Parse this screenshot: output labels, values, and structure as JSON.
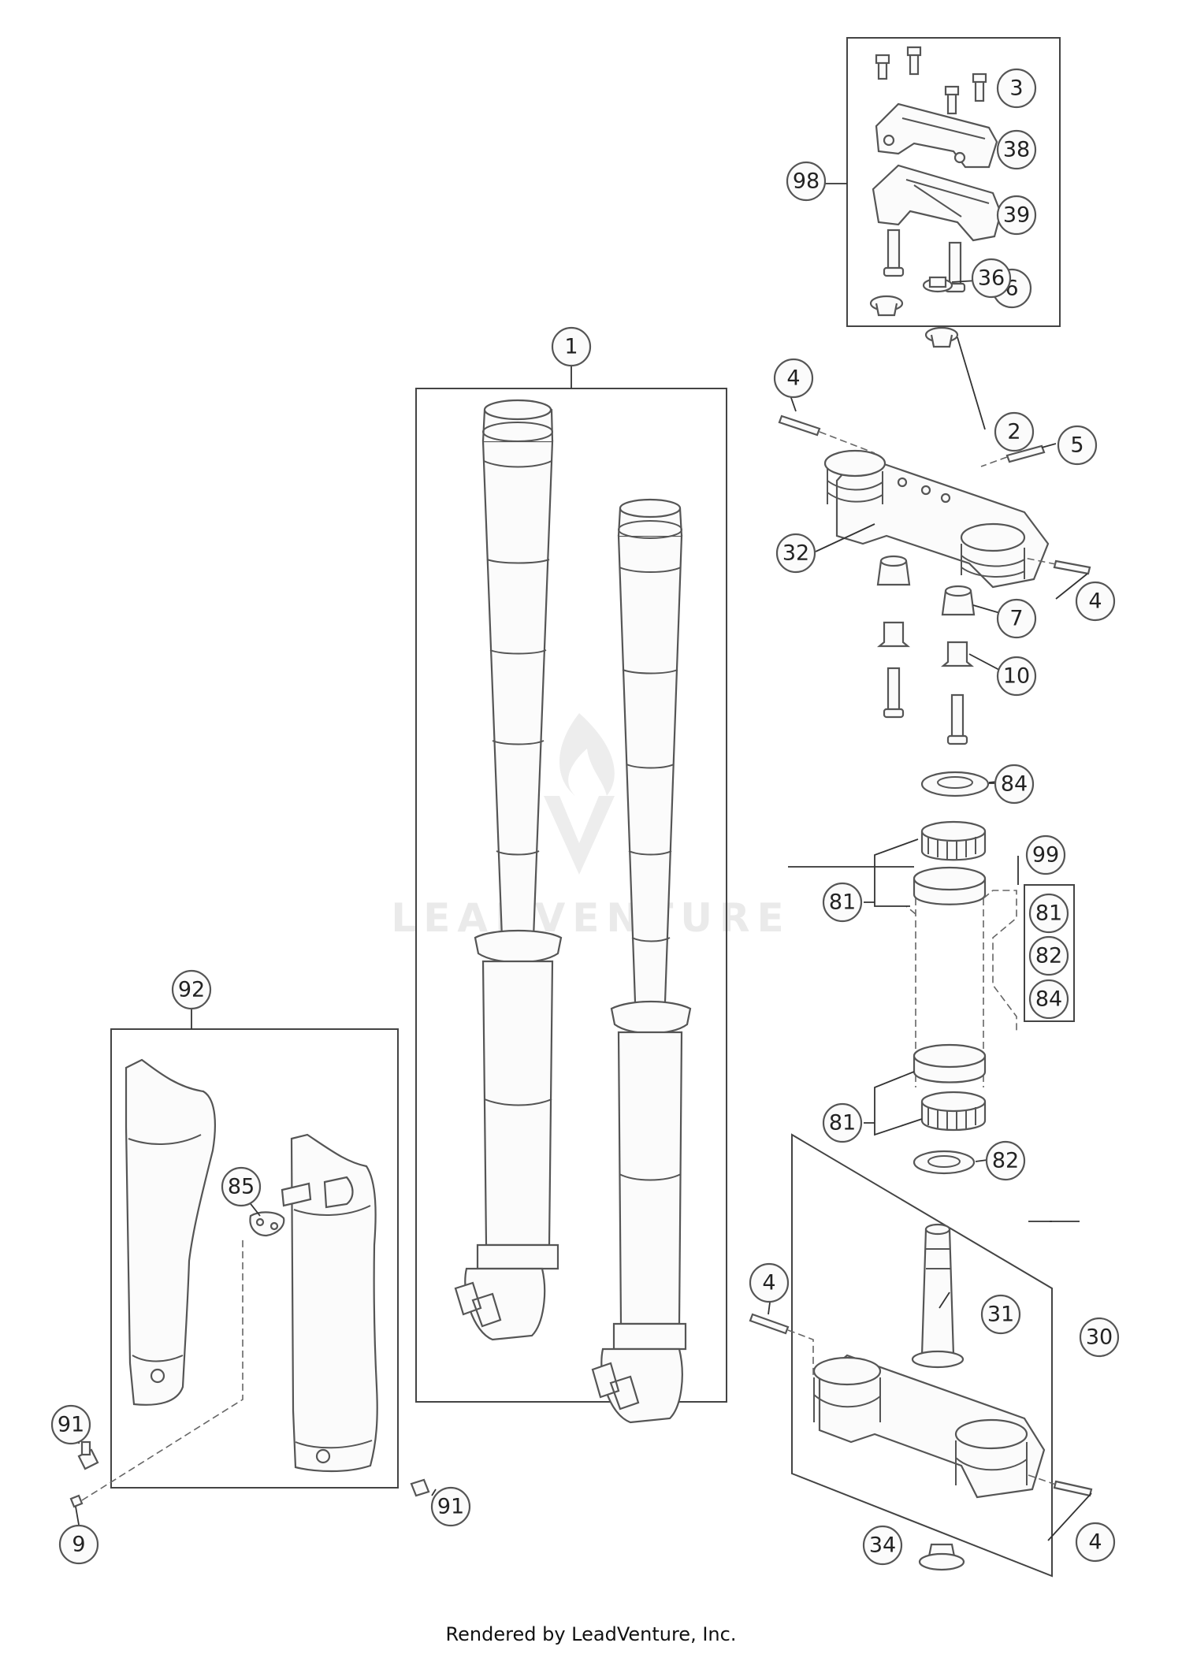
{
  "diagram": {
    "callouts": [
      {
        "id": "c1",
        "label": "1"
      },
      {
        "id": "c2",
        "label": "2"
      },
      {
        "id": "c3",
        "label": "3"
      },
      {
        "id": "c4a",
        "label": "4"
      },
      {
        "id": "c4b",
        "label": "4"
      },
      {
        "id": "c4c",
        "label": "4"
      },
      {
        "id": "c4d",
        "label": "4"
      },
      {
        "id": "c5",
        "label": "5"
      },
      {
        "id": "c6",
        "label": "6"
      },
      {
        "id": "c7",
        "label": "7"
      },
      {
        "id": "c9",
        "label": "9"
      },
      {
        "id": "c10",
        "label": "10"
      },
      {
        "id": "c30",
        "label": "30"
      },
      {
        "id": "c31",
        "label": "31"
      },
      {
        "id": "c32",
        "label": "32"
      },
      {
        "id": "c34",
        "label": "34"
      },
      {
        "id": "c36",
        "label": "36"
      },
      {
        "id": "c38",
        "label": "38"
      },
      {
        "id": "c39",
        "label": "39"
      },
      {
        "id": "c81a",
        "label": "81"
      },
      {
        "id": "c81b",
        "label": "81"
      },
      {
        "id": "c81c",
        "label": "81"
      },
      {
        "id": "c82a",
        "label": "82"
      },
      {
        "id": "c82b",
        "label": "82"
      },
      {
        "id": "c84a",
        "label": "84"
      },
      {
        "id": "c84b",
        "label": "84"
      },
      {
        "id": "c85",
        "label": "85"
      },
      {
        "id": "c91a",
        "label": "91"
      },
      {
        "id": "c91b",
        "label": "91"
      },
      {
        "id": "c92",
        "label": "92"
      },
      {
        "id": "c98",
        "label": "98"
      },
      {
        "id": "c99",
        "label": "99"
      }
    ],
    "watermark": "LEADVENTURE"
  },
  "footer": {
    "credit": "Rendered by LeadVenture, Inc."
  }
}
